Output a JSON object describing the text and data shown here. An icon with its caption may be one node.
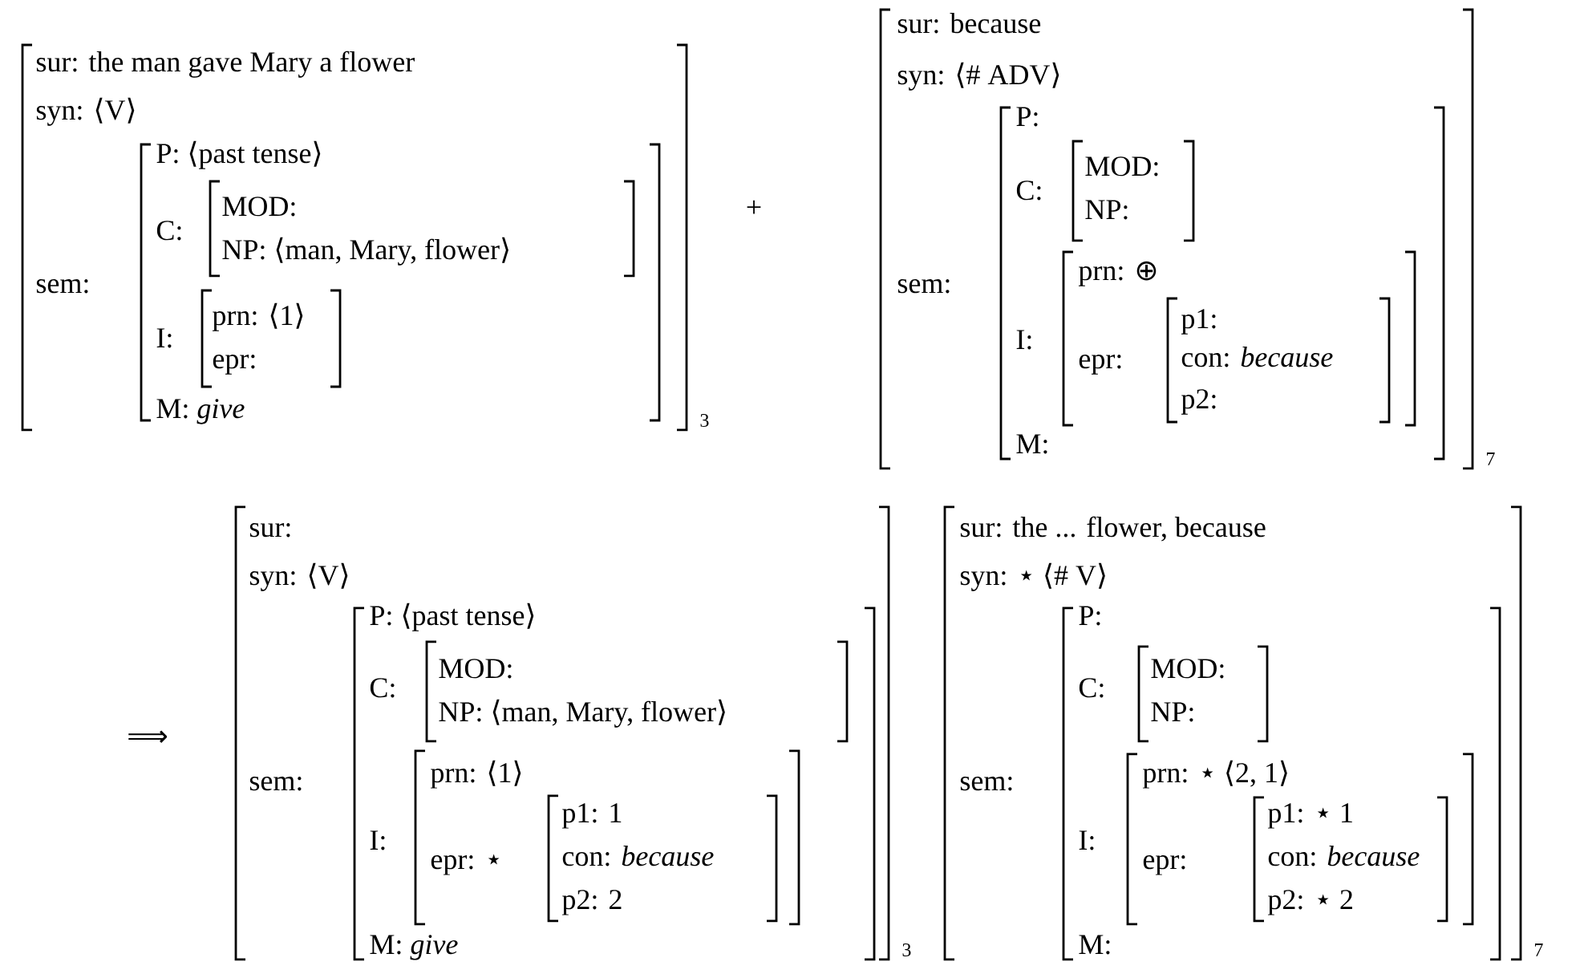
{
  "diagram": {
    "nodes": [
      {
        "text": [
          "sur: the man gave Mary a flower",
          "syn: ⟨V⟩",
          "sem:"
        ],
        "beside": [
          "3"
        ]
      },
      {
        "text": [
          "P: ⟨past tense⟩",
          "C:",
          "I:",
          "M: *give*"
        ],
        "in": 0
      },
      {
        "text": [
          "MOD:",
          "NP: ⟨man, Mary, flower⟩"
        ],
        "in": 1
      },
      {
        "text": [
          "prn: ⟨1⟩",
          "epr:"
        ],
        "in": 1
      },
      {
        "text": [
          "sur: because",
          "syn: ⟨# ADV⟩",
          "sem:"
        ],
        "beside": [
          "7"
        ]
      },
      {
        "text": [
          "P:",
          "C:",
          "I:",
          "M:"
        ],
        "in": 4
      },
      {
        "text": [
          "MOD:",
          "NP:"
        ],
        "in": 5
      },
      {
        "text": [
          "prn: ⊕",
          "epr:"
        ],
        "in": 5
      },
      {
        "text": [
          "p1:",
          "con: *because*",
          "p2:"
        ],
        "in": 7
      },
      {
        "text": [
          "sur:",
          "syn: ⟨V⟩",
          "sem:"
        ],
        "beside": [
          "3"
        ]
      },
      {
        "text": [
          "P: ⟨past tense⟩",
          "C:",
          "I:",
          "M: *give*"
        ],
        "in": 9
      },
      {
        "text": [
          "MOD:",
          "NP: ⟨man, Mary, flower⟩"
        ],
        "in": 10
      },
      {
        "text": [
          "prn: ⟨1⟩",
          "epr: ⋆"
        ],
        "in": 10
      },
      {
        "text": [
          "p1: 1",
          "con: *because*",
          "p2: 2"
        ],
        "in": 12
      },
      {
        "text": [
          "sur: the ... flower, because",
          "syn: ⋆ ⟨# V⟩",
          "sem:"
        ],
        "beside": [
          "7"
        ]
      },
      {
        "text": [
          "P:",
          "C:",
          "I:",
          "M:"
        ],
        "in": 14
      },
      {
        "text": [
          "MOD:",
          "NP:"
        ],
        "in": 15
      },
      {
        "text": [
          "prn: ⋆ ⟨2, 1⟩",
          "epr:"
        ],
        "in": 15
      },
      {
        "text": [
          "p1: ⋆ 1",
          "con: *because*",
          "p2: ⋆ 2"
        ],
        "in": 17
      }
    ],
    "labels": [
      "+",
      "⟹"
    ]
  }
}
